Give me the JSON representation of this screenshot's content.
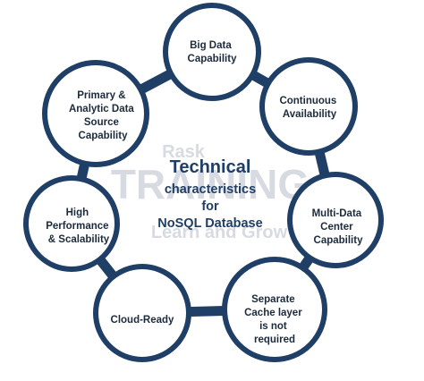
{
  "colors": {
    "ring": "#1f3f66",
    "ring_fill": "#ffffff",
    "center_text": "#1f3f66",
    "node_text": "#1c2b3c",
    "watermark": "#d3d8de"
  },
  "watermark": {
    "line1": "Rask",
    "line2": "TRAINING",
    "line3": "Learn and Grow"
  },
  "center": {
    "title": "Technical",
    "subtitle_lines": [
      "characteristics",
      "for",
      "NoSQL Database"
    ]
  },
  "nodes": [
    {
      "id": "big-data",
      "lines": [
        "Big Data",
        "Capability"
      ]
    },
    {
      "id": "continuous-availability",
      "lines": [
        "Continuous",
        "Availability"
      ]
    },
    {
      "id": "multi-data-center",
      "lines": [
        "Multi-Data",
        "Center",
        "Capability"
      ]
    },
    {
      "id": "separate-cache",
      "lines": [
        "Separate",
        "Cache layer",
        "is not",
        "required"
      ]
    },
    {
      "id": "cloud-ready",
      "lines": [
        "Cloud-Ready"
      ]
    },
    {
      "id": "high-performance",
      "lines": [
        "High",
        "Performance",
        "& Scalability"
      ]
    },
    {
      "id": "primary-analytic",
      "lines": [
        "Primary &",
        "Analytic Data",
        "Source",
        "Capability"
      ]
    }
  ]
}
